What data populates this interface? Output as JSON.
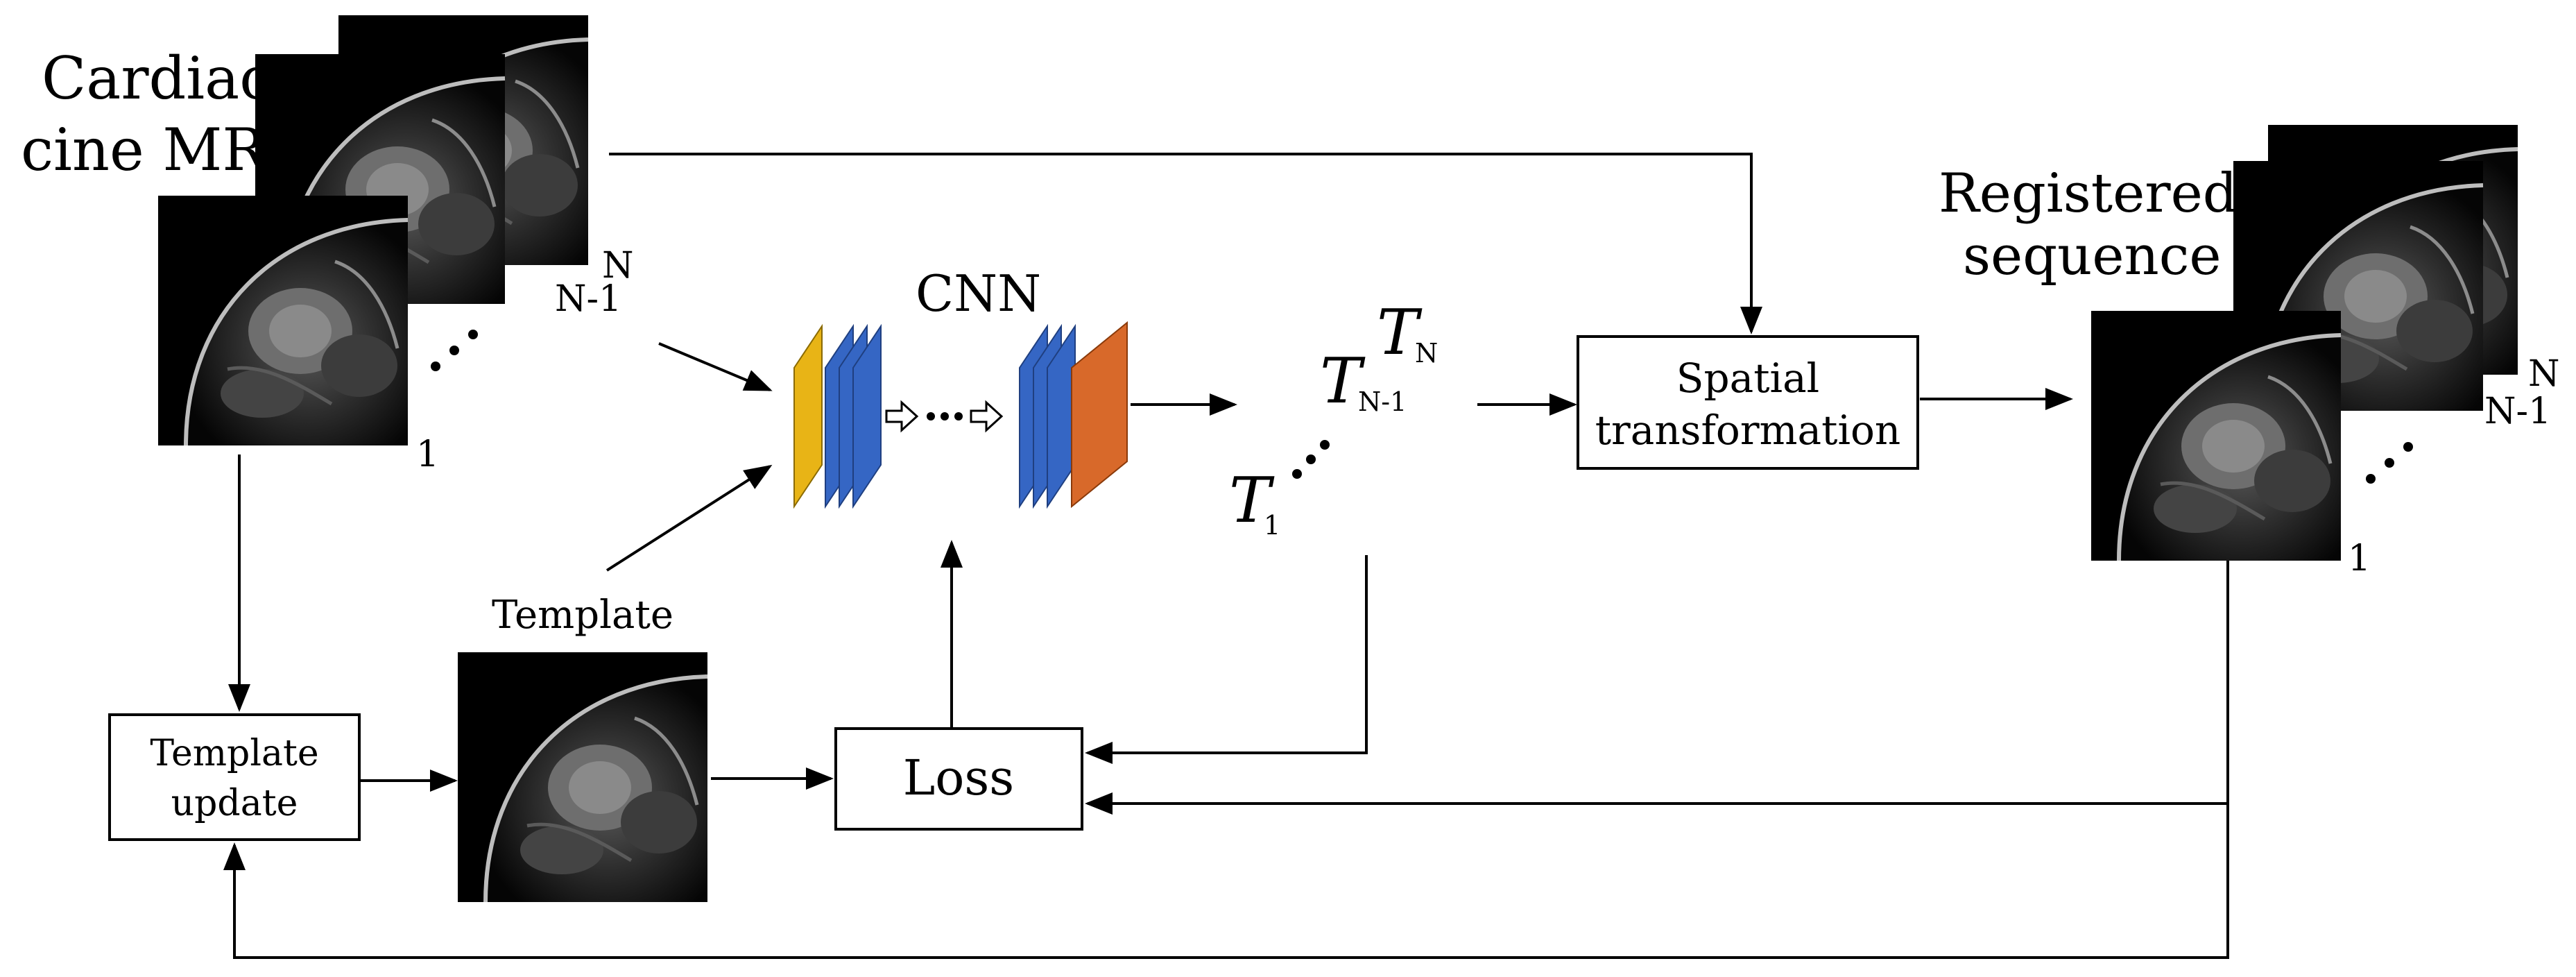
{
  "input": {
    "title_line1": "Cardiac",
    "title_line2": "cine MRI",
    "idx_first": "1",
    "idx_prev": "N-1",
    "idx_last": "N"
  },
  "cnn": {
    "label": "CNN",
    "colors": {
      "first": "#E8B416",
      "mid": "#3566C4",
      "last": "#D8692A"
    }
  },
  "transforms": {
    "symbol": "T",
    "sub_first": "1",
    "sub_prev": "N-1",
    "sub_last": "N"
  },
  "spatial": {
    "line1": "Spatial",
    "line2": "transformation"
  },
  "output": {
    "title_line1": "Registered",
    "title_line2": "sequence",
    "idx_first": "1",
    "idx_prev": "N-1",
    "idx_last": "N"
  },
  "template": {
    "label": "Template"
  },
  "template_update": {
    "line1": "Template",
    "line2": "update"
  },
  "loss": {
    "label": "Loss"
  }
}
